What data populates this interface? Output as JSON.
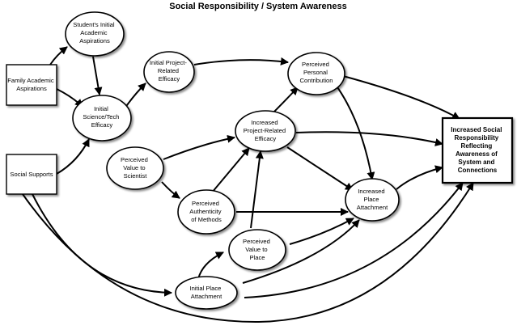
{
  "title": "Social Responsibility / System Awareness",
  "nodes": {
    "family_aspirations": [
      "Family Academic",
      "Aspirations"
    ],
    "social_supports": [
      "Social Supports"
    ],
    "student_aspirations": [
      "Student's Initial",
      "Academic",
      "Aspirations"
    ],
    "initial_scitech_efficacy": [
      "Initial",
      "Science/Tech",
      "Efficacy"
    ],
    "initial_project_efficacy": [
      "Initial Project-",
      "Related",
      "Efficacy"
    ],
    "perceived_contribution": [
      "Perceived",
      "Personal",
      "Contribution"
    ],
    "increased_project_efficacy": [
      "Increased",
      "Project-Related",
      "Efficacy"
    ],
    "value_to_scientist": [
      "Perceived",
      "Value to",
      "Scientist"
    ],
    "authenticity_methods": [
      "Perceived",
      "Authenticity",
      "of Methods"
    ],
    "increased_place_attachment": [
      "Increased",
      "Place",
      "Attachment"
    ],
    "value_to_place": [
      "Perceived",
      "Value to",
      "Place"
    ],
    "initial_place_attachment": [
      "Initial Place",
      "Attachment"
    ],
    "outcome": [
      "Increased Social",
      "Responsibility",
      "Reflecting",
      "Awareness of",
      "System and",
      "Connections"
    ]
  }
}
